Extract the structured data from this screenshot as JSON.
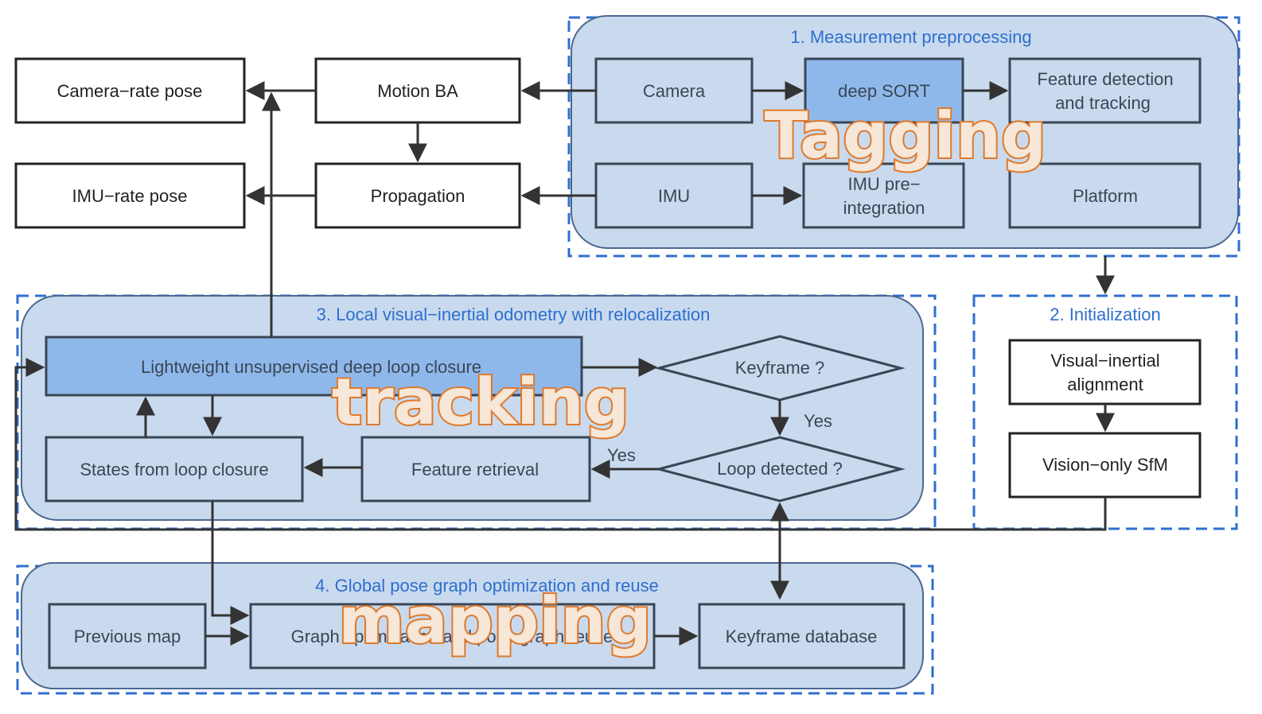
{
  "colors": {
    "group_fill": "#c9daee",
    "group_stroke": "#4a6890",
    "dash_border": "#2f6fcf",
    "highlight_fill": "#8fb8ea",
    "title_blue": "#2e6fcf",
    "overlay_orange": "#e0792a",
    "overlay_fill": "#f6e7d8",
    "arrow": "#333333"
  },
  "boxes": {
    "camera_rate_pose": "Camera−rate pose",
    "motion_ba": "Motion BA",
    "imu_rate_pose": "IMU−rate pose",
    "propagation": "Propagation",
    "camera": "Camera",
    "deep_sort": "deep SORT",
    "feature_detection": [
      "Feature detection",
      "and tracking"
    ],
    "imu": "IMU",
    "imu_preintegration": [
      "IMU pre−",
      "integration"
    ],
    "platform": "Platform",
    "visual_inertial_alignment": [
      "Visual−inertial",
      "alignment"
    ],
    "vision_only_sfm": "Vision−only SfM",
    "loop_closure": "Lightweight unsupervised deep loop closure",
    "keyframe_decision": "Keyframe ?",
    "loop_detected_decision": "Loop detected ?",
    "states_from_loop": "States from loop closure",
    "feature_retrieval": "Feature retrieval",
    "previous_map": "Previous map",
    "graph_optimization": "Graph optimization and pose graph reuse",
    "keyframe_database": "Keyframe database"
  },
  "groups": {
    "g1_title": "1. Measurement preprocessing",
    "g2_title": "2. Initialization",
    "g3_title": "3. Local visual−inertial odometry with relocalization",
    "g4_title": "4. Global pose graph optimization and reuse"
  },
  "edge_labels": {
    "yes_down": "Yes",
    "yes_left": "Yes"
  },
  "overlays": {
    "tagging": "Tagging",
    "tracking": "tracking",
    "mapping": "mapping"
  }
}
